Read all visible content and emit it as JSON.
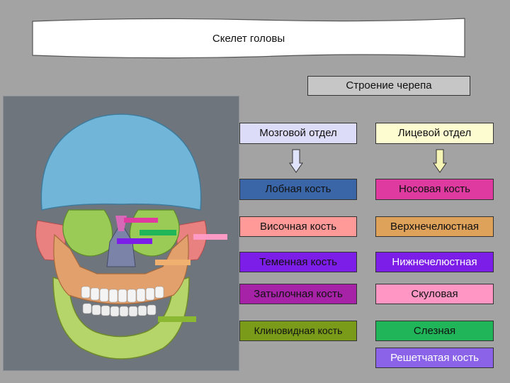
{
  "title": "Скелет головы",
  "subtitle": "Строение черепа",
  "columns": {
    "cerebral": {
      "header": "Мозговой отдел",
      "items": [
        {
          "label": "Лобная кость",
          "color": "#3a66a8"
        },
        {
          "label": "Височная кость",
          "color": "#ff9a99"
        },
        {
          "label": "Теменная кость",
          "color": "#7d1de8"
        },
        {
          "label": "Затылочная кость",
          "color": "#a622a6"
        },
        {
          "label": "Клиновидная кость",
          "color": "#7a9a1a"
        }
      ]
    },
    "facial": {
      "header": "Лицевой отдел",
      "items": [
        {
          "label": "Носовая кость",
          "color": "#de3aa0"
        },
        {
          "label": "Верхнечелюстная",
          "color": "#dfa25a"
        },
        {
          "label": "Нижнечелюстная",
          "color": "#7d1de8"
        },
        {
          "label": "Скуловая",
          "color": "#ff96c4"
        },
        {
          "label": "Слезная",
          "color": "#21b55a"
        },
        {
          "label": "Решетчатая кость",
          "color": "#8b63e8"
        }
      ]
    }
  }
}
